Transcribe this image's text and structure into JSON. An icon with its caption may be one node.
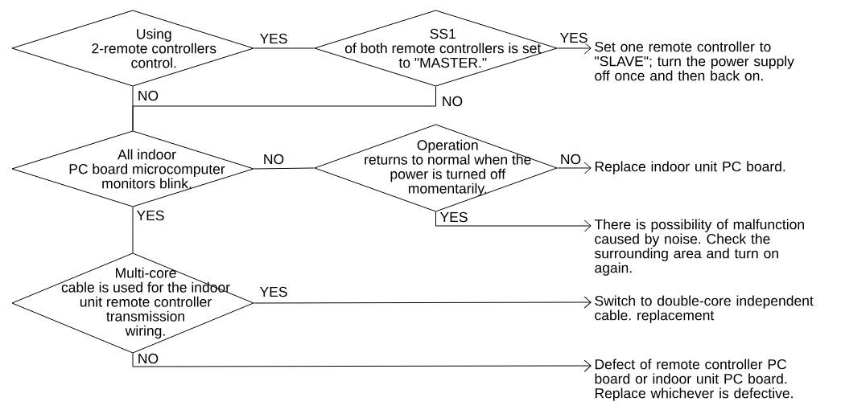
{
  "diagram": {
    "nodes": [
      {
        "text": [
          "Using 2-remote controllers control."
        ]
      },
      {
        "text": [
          "SS1 of both remote controllers is set to \"MASTER.\""
        ]
      },
      {
        "text": [
          "Set one remote controller to \"SLAVE\"; turn the power supply off once and then back on."
        ]
      },
      {
        "text": [
          "All indoor PC board microcomputer monitors blink."
        ]
      },
      {
        "text": [
          "Operation returns to normal when the power is turned off momentarily."
        ]
      },
      {
        "text": [
          "Replace indoor unit PC board."
        ]
      },
      {
        "text": [
          "There is possibility of malfunction caused by noise. Check the surrounding area and turn on again."
        ]
      },
      {
        "text": [
          "Multi-core cable is used for the indoor unit remote controller transmission wiring."
        ]
      },
      {
        "text": [
          "Switch to double-core independent cable. replacement"
        ]
      },
      {
        "text": [
          "Defect of remote controller PC board or indoor unit PC board. Replace whichever is defective."
        ]
      }
    ],
    "edges": [
      {
        "from": 0,
        "to": 1,
        "arrow": "none",
        "label": "YES"
      },
      {
        "from": 1,
        "to": 2,
        "arrow": "to",
        "label": "YES"
      },
      {
        "from": 0,
        "to": 3,
        "arrow": "none",
        "label": "NO"
      },
      {
        "from": 1,
        "to": 3,
        "arrow": "none",
        "label": "NO"
      },
      {
        "from": 3,
        "to": 4,
        "arrow": "none",
        "label": "NO"
      },
      {
        "from": 4,
        "to": 5,
        "arrow": "to",
        "label": "NO"
      },
      {
        "from": 4,
        "to": 6,
        "arrow": "to",
        "label": "YES"
      },
      {
        "from": 3,
        "to": 7,
        "arrow": "none",
        "label": "YES"
      },
      {
        "from": 7,
        "to": 8,
        "arrow": "to",
        "label": "YES"
      },
      {
        "from": 7,
        "to": 9,
        "arrow": "to",
        "label": "NO"
      }
    ]
  }
}
